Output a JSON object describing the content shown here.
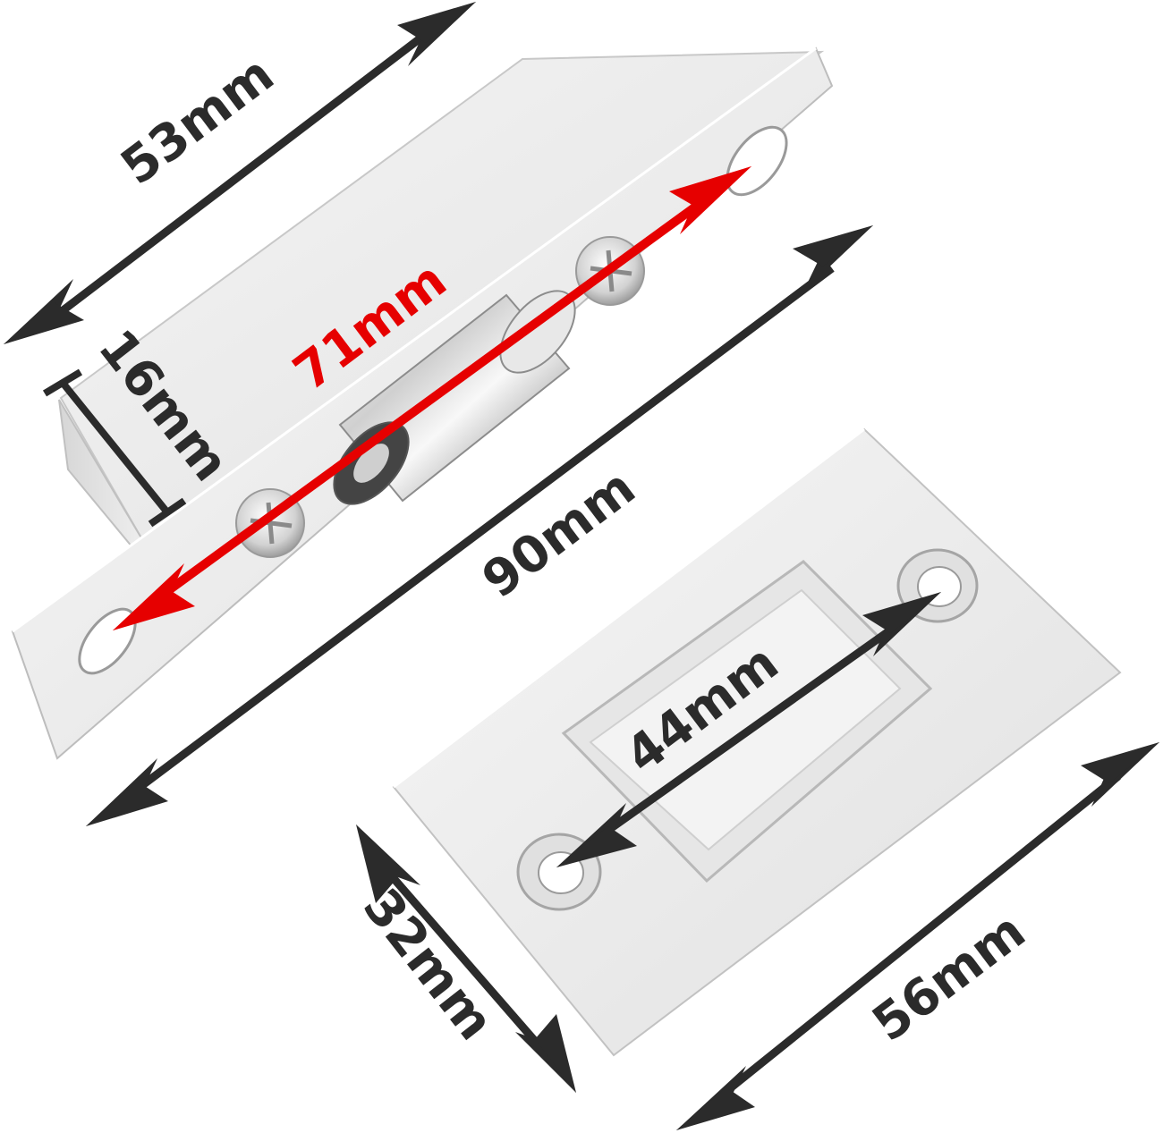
{
  "colors": {
    "background": "#ffffff",
    "metal_light": "#f1f1f1",
    "metal_mid": "#d8d8d8",
    "metal_dark": "#a9a9a9",
    "chrome": "#e9e9e9",
    "arrow_dark": "#2b2b2b",
    "arrow_red": "#e60000"
  },
  "dimensions": {
    "length_53": "53mm",
    "length_71": "71mm",
    "length_16": "16mm",
    "length_90": "90mm",
    "length_44": "44mm",
    "length_32": "32mm",
    "length_56": "56mm"
  }
}
